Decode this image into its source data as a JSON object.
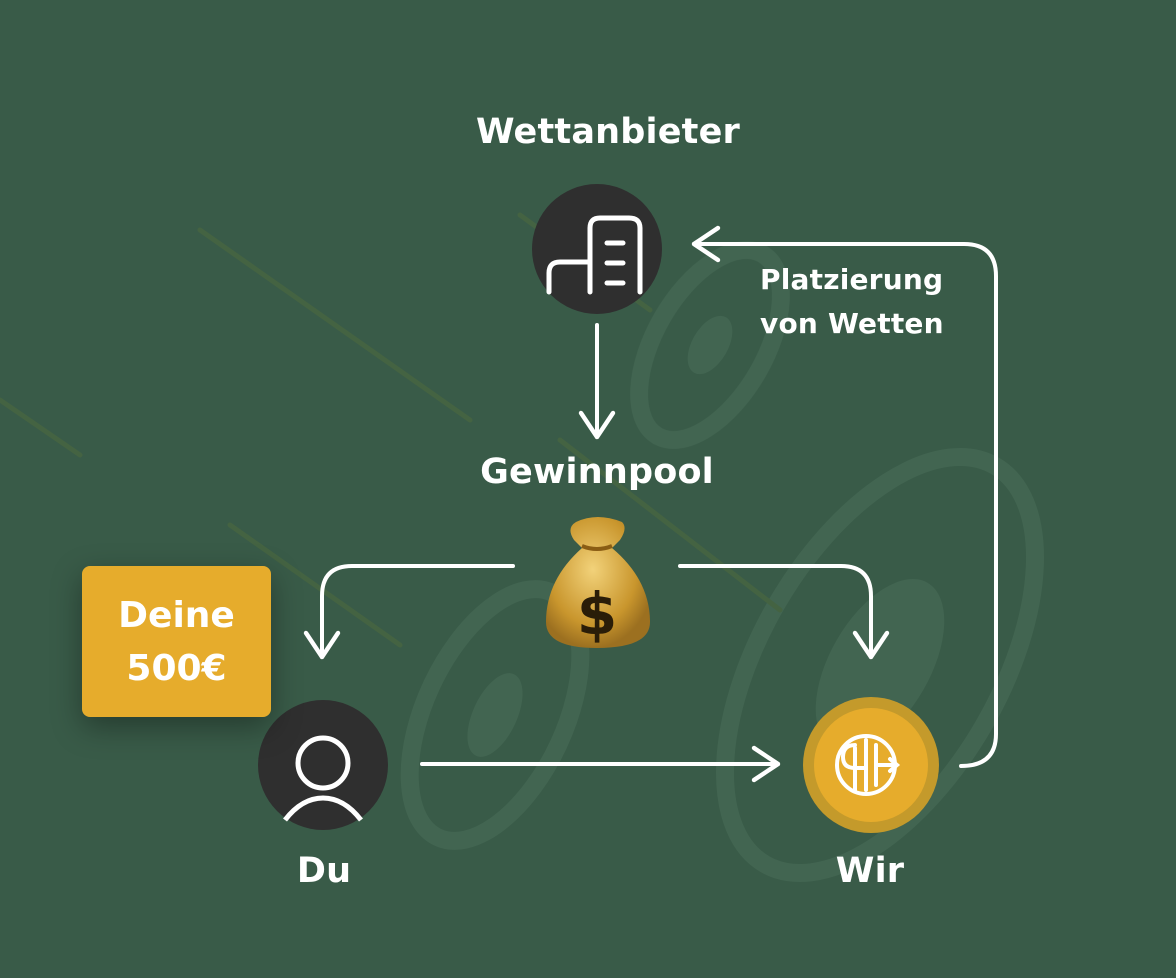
{
  "nodes": {
    "provider": {
      "label": "Wettanbieter",
      "icon": "building-icon"
    },
    "pool": {
      "label": "Gewinnpool",
      "icon": "money-bag-icon"
    },
    "you": {
      "label": "Du",
      "icon": "user-icon"
    },
    "us": {
      "label": "Wir",
      "icon": "brand-logo"
    }
  },
  "edges": {
    "placement_label": "Platzierung von Wetten"
  },
  "badge": {
    "text": "Deine 500€"
  },
  "colors": {
    "background": "#395b48",
    "accent": "#e6ac2c",
    "node_dark": "#2f2f2f",
    "arrow": "#ffffff"
  }
}
